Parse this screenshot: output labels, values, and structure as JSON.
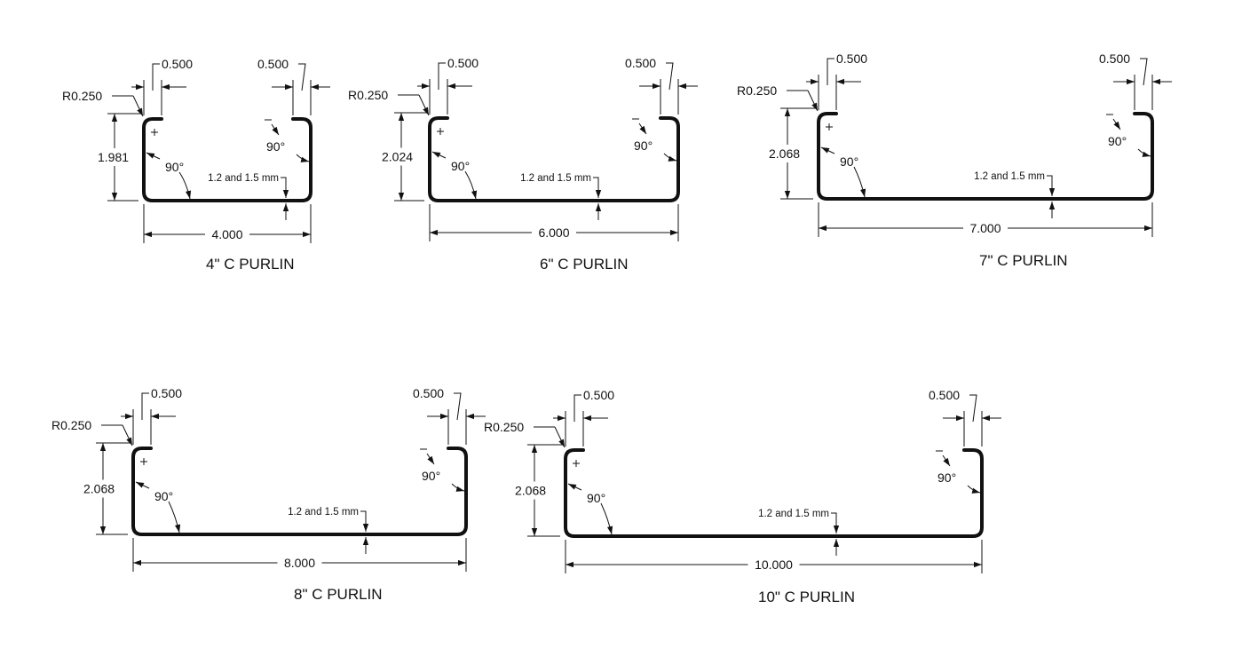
{
  "drawing": {
    "line_color": "#111111",
    "background": "#ffffff",
    "purlins": [
      {
        "title": "4\" C PURLIN",
        "width": "4.000",
        "height": "1.981",
        "radius": "R0.250",
        "lip_left": "0.500",
        "lip_right": "0.500",
        "angle_left": "90°",
        "angle_right": "90°",
        "thickness": "1.2 and 1.5 mm"
      },
      {
        "title": "6\" C PURLIN",
        "width": "6.000",
        "height": "2.024",
        "radius": "R0.250",
        "lip_left": "0.500",
        "lip_right": "0.500",
        "angle_left": "90°",
        "angle_right": "90°",
        "thickness": "1.2 and 1.5 mm"
      },
      {
        "title": "7\" C PURLIN",
        "width": "7.000",
        "height": "2.068",
        "radius": "R0.250",
        "lip_left": "0.500",
        "lip_right": "0.500",
        "angle_left": "90°",
        "angle_right": "90°",
        "thickness": "1.2 and 1.5 mm"
      },
      {
        "title": "8\" C PURLIN",
        "width": "8.000",
        "height": "2.068",
        "radius": "R0.250",
        "lip_left": "0.500",
        "lip_right": "0.500",
        "angle_left": "90°",
        "angle_right": "90°",
        "thickness": "1.2 and 1.5 mm"
      },
      {
        "title": "10\" C PURLIN",
        "width": "10.000",
        "height": "2.068",
        "radius": "R0.250",
        "lip_left": "0.500",
        "lip_right": "0.500",
        "angle_left": "90°",
        "angle_right": "90°",
        "thickness": "1.2 and 1.5 mm"
      }
    ]
  }
}
